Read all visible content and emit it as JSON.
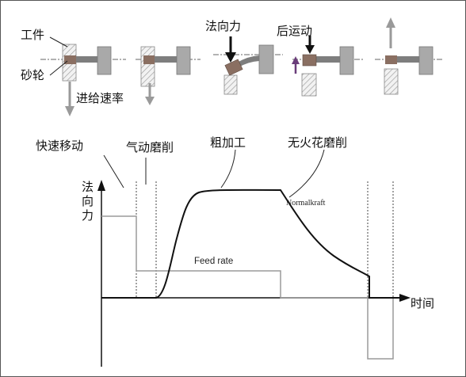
{
  "top": {
    "workpiece": "工件",
    "wheel": "砂轮",
    "feed_rate": "进给速率",
    "normal_force": "法向力",
    "back_motion": "后运动"
  },
  "graph": {
    "phase_rapid": "快速移动",
    "phase_air": "气动磨削",
    "phase_rough": "粗加工",
    "phase_sparkout": "无火花磨削",
    "y_axis_label": "法\n向\n力",
    "x_axis_label": "时间",
    "feed_rate_label": "Feed rate",
    "normalkraft_label": "Normalkraft"
  },
  "colors": {
    "workpiece_fill": "#a9a9a9",
    "wheel_fill": "#8a6f62",
    "gray_arrow": "#9a9a9a",
    "purple_arrow": "#6a3d7a",
    "feed_line": "#9a9a9a",
    "force_line": "#111111"
  }
}
